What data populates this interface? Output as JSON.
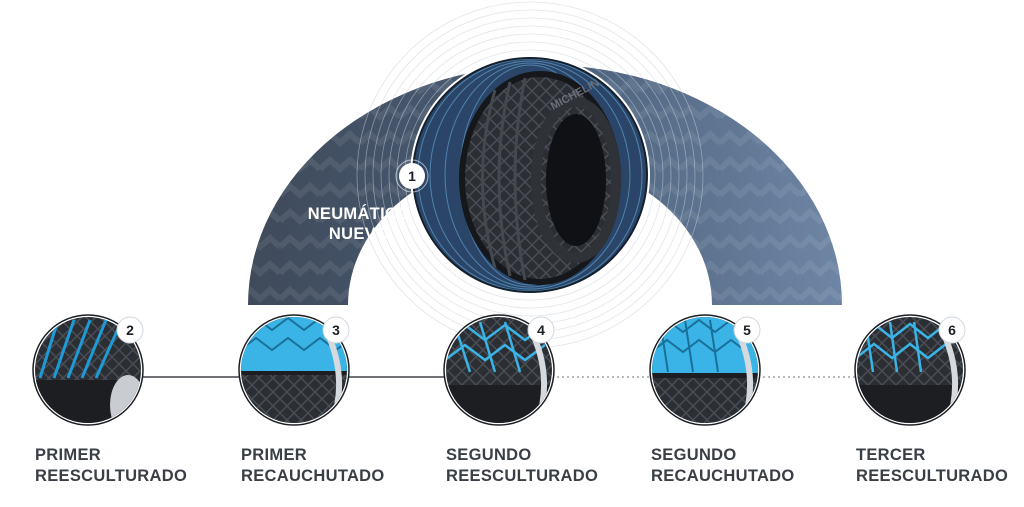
{
  "main": {
    "number": "1",
    "label_line1": "NEUMÁTICO",
    "label_line2": "NUEVO",
    "brand": "MICHELIN"
  },
  "stages": [
    {
      "number": "2",
      "line1": "PRIMER",
      "line2": "REESCULTURADO",
      "connector_after": "solid"
    },
    {
      "number": "3",
      "line1": "PRIMER",
      "line2": "RECAUCHUTADO",
      "connector_after": "solid"
    },
    {
      "number": "4",
      "line1": "SEGUNDO",
      "line2": "REESCULTURADO",
      "connector_after": "dotted"
    },
    {
      "number": "5",
      "line1": "SEGUNDO",
      "line2": "RECAUCHUTADO",
      "connector_after": "dotted"
    },
    {
      "number": "6",
      "line1": "TERCER",
      "line2": "REESCULTURADO",
      "connector_after": ""
    }
  ],
  "colors": {
    "arc_dark": "#3d4d62",
    "arc_light": "#6f86a3",
    "accent_blue": "#1e9ad6",
    "tread_blue": "#3ab4e6",
    "tyre": "#2a2c30",
    "text": "#3a3f46"
  }
}
